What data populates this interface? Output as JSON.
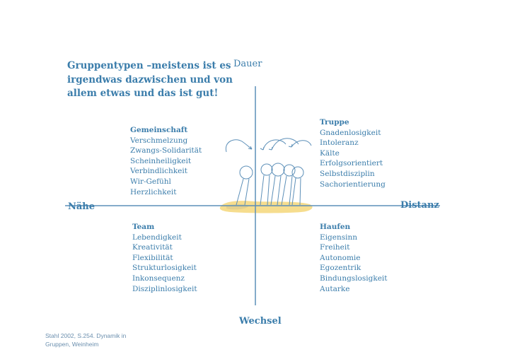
{
  "title": "Gruppentypen –meistens ist es irgendwas dazwischen und von allem etwas und das ist gut!",
  "axes": {
    "top": "Dauer",
    "bottom": "Wechsel",
    "left": "Nähe",
    "right": "Distanz"
  },
  "quadrants": {
    "gemeinschaft": {
      "heading": "Gemeinschaft",
      "items": [
        "Verschmelzung",
        "Zwangs-Solidarität",
        "Scheinheiligkeit",
        "Verbindlichkeit",
        "Wir-Gefühl",
        "Herzlichkeit"
      ]
    },
    "truppe": {
      "heading": "Truppe",
      "items": [
        "Gnadenlosigkeit",
        "Intoleranz",
        "Kälte",
        "Erfolgsorientiert",
        "Selbstdisziplin",
        "Sachorientierung"
      ]
    },
    "team": {
      "heading": "Team",
      "items": [
        "Lebendigkeit",
        "Kreativität",
        "Flexibilität",
        "Strukturlosigkeit",
        "Inkonsequenz",
        "Disziplinlosigkeit"
      ]
    },
    "haufen": {
      "heading": "Haufen",
      "items": [
        "Eigensinn",
        "Freiheit",
        "Autonomie",
        "Egozentrik",
        "Bindungslosigkeit",
        "Autarke"
      ]
    }
  },
  "source": "Stahl 2002, S.254. Dynamik in Gruppen, Weinheim",
  "colors": {
    "text": "#3b7dab",
    "axis": "#5c8fb8",
    "ground": "#f4d77a"
  },
  "illustration": "people-group-icon"
}
